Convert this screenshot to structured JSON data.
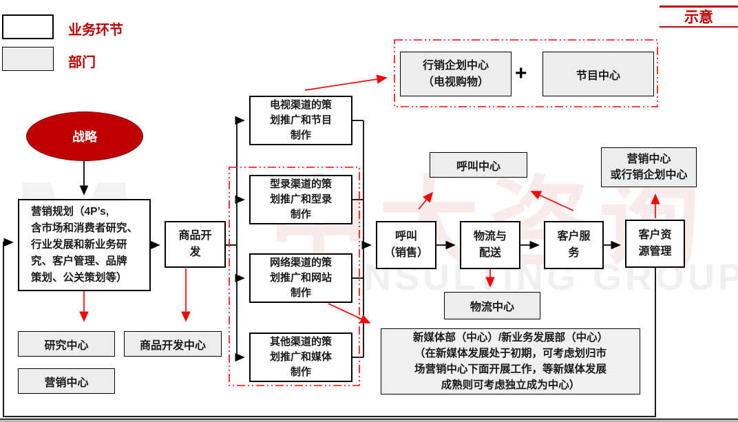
{
  "legend": {
    "business_label": "业务环节",
    "department_label": "部门"
  },
  "badge": {
    "label": "示意"
  },
  "watermark": {
    "letter": "M",
    "cn": "中大咨询",
    "en": "CONSULTING  GROUP"
  },
  "flow": {
    "strategy": "战略",
    "marketing_planning": "营销规划（4P’s,\n含市场和消费者研究、\n行业发展和新业务研\n究、客户管理、品牌\n策划、公关策划等）",
    "product_dev": "商品开\n发",
    "channel_tv": "电视渠道的策\n划推广和节目\n制作",
    "channel_catalog": "型录渠道的策\n划推广和型录\n制作",
    "channel_web": "网络渠道的策\n划推广和网站\n制作",
    "channel_other": "其他渠道的策\n划推广和媒体\n制作",
    "call_sales": "呼叫\n（销售）",
    "logistics": "物流与\n配送",
    "customer_service": "客户服\n务",
    "customer_resource": "客户资\n源管理"
  },
  "departments": {
    "tv_planning_center": "行销企划中心\n（电视购物）",
    "plus": "+",
    "program_center": "节目中心",
    "call_center": "呼叫中心",
    "marketing_or_planning_center": "营销中心\n或行销企划中心",
    "logistics_center": "物流中心",
    "research_center": "研究中心",
    "marketing_center": "营销中心",
    "product_dev_center": "商品开发中心",
    "new_media": "新媒体部（中心）/新业务发展部（中心）\n（在新媒体发展处于初期，可考虑划归市\n场营销中心下面开展工作，等新媒体发展\n成熟则可考虑独立成为中心）"
  },
  "colors": {
    "accent_dark_red": "#c00000",
    "arrow_red": "#ff0000",
    "department_fill": "#ededed",
    "process_fill": "#ffffff",
    "line_black": "#000000"
  }
}
